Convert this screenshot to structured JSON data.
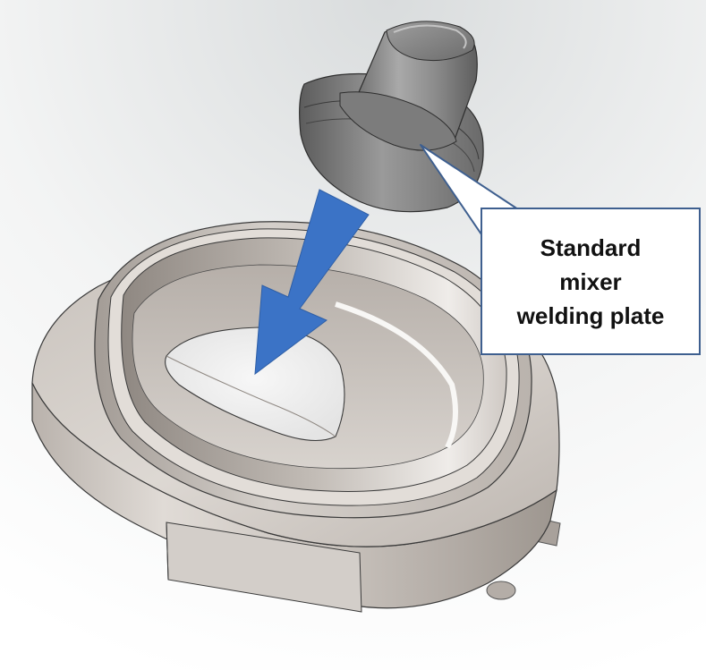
{
  "callout": {
    "lines": [
      "Standard",
      "mixer",
      "welding plate"
    ]
  },
  "colors": {
    "background_top": "#e7e9ea",
    "background_bottom": "#ffffff",
    "arrow_fill": "#3b73c6",
    "callout_border": "#3e5f8f",
    "metal_light": "#d6d1cc",
    "metal_dark": "#8e8781"
  }
}
